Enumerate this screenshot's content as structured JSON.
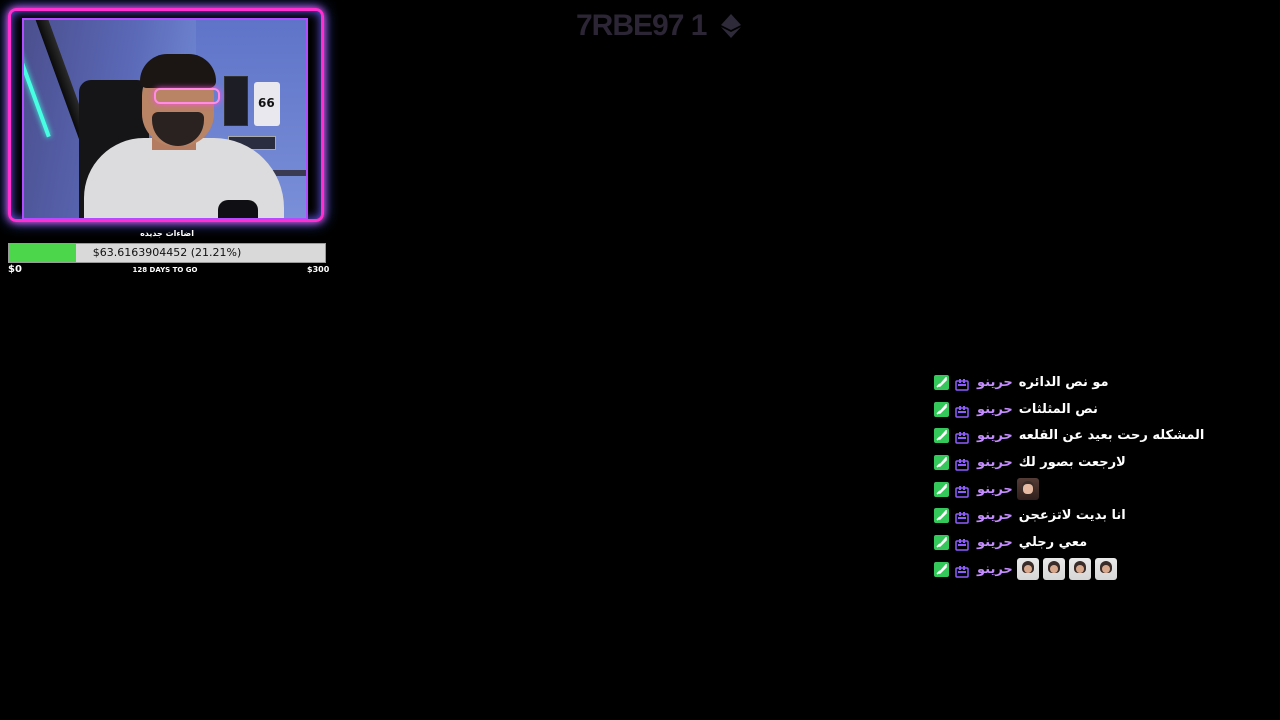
{
  "stream_title": "7RBE97 1",
  "donation_goal": {
    "title": "اضاءات جديده",
    "amount_text": "$63.6163904452 (21.21%)",
    "progress_percent": 21.21,
    "min_label": "$0",
    "days_label": "128 DAYS TO GO",
    "max_label": "$300"
  },
  "chat": {
    "messages": [
      {
        "username": "حرينو",
        "text": "مو نص الدائره",
        "emotes": []
      },
      {
        "username": "حرينو",
        "text": "نص المثلثات",
        "emotes": []
      },
      {
        "username": "حرينو",
        "text": "المشكله رحت بعيد عن القلعه",
        "emotes": []
      },
      {
        "username": "حرينو",
        "text": "لارجعت بصور لك",
        "emotes": []
      },
      {
        "username": "حرينو",
        "text": "",
        "emotes": [
          "face-emote"
        ]
      },
      {
        "username": "حرينو",
        "text": "انا بديت لاتزعجن",
        "emotes": []
      },
      {
        "username": "حرينو",
        "text": "معي رجلي",
        "emotes": []
      },
      {
        "username": "حرينو",
        "text": "",
        "emotes": [
          "person-emote",
          "person-emote",
          "person-emote",
          "person-emote"
        ]
      }
    ],
    "badges": [
      "moderator-sword-icon",
      "subscriber-icon"
    ],
    "colors": {
      "username": "#c58cff",
      "mod_badge": "#34c759"
    }
  },
  "colors": {
    "goal_fill": "#4cd64c",
    "webcam_frame": "#ff2fd0"
  }
}
